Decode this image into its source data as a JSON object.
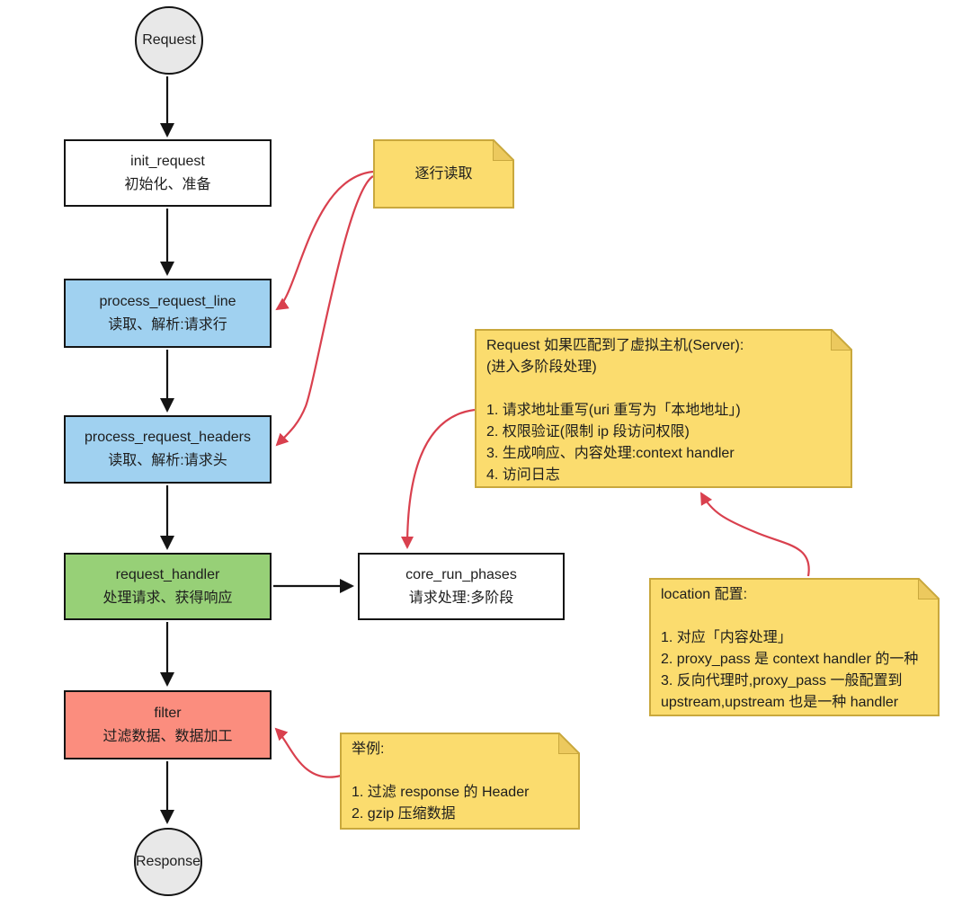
{
  "flowchart": {
    "start": {
      "label": "Request"
    },
    "end": {
      "label": "Response"
    },
    "boxes": {
      "init": {
        "title": "init_request",
        "subtitle": "初始化、准备"
      },
      "line": {
        "title": "process_request_line",
        "subtitle": "读取、解析:请求行"
      },
      "headers": {
        "title": "process_request_headers",
        "subtitle": "读取、解析:请求头"
      },
      "handler": {
        "title": "request_handler",
        "subtitle": "处理请求、获得响应"
      },
      "phases": {
        "title": "core_run_phases",
        "subtitle": "请求处理:多阶段"
      },
      "filter": {
        "title": "filter",
        "subtitle": "过滤数据、数据加工"
      }
    },
    "notes": {
      "read_line": {
        "text": "逐行读取"
      },
      "vhost": {
        "text": "Request 如果匹配到了虚拟主机(Server):\n(进入多阶段处理)\n\n1. 请求地址重写(uri 重写为「本地地址」)\n2. 权限验证(限制 ip 段访问权限)\n3. 生成响应、内容处理:context handler\n4. 访问日志"
      },
      "location": {
        "text": "location 配置:\n\n1. 对应「内容处理」\n2. proxy_pass 是 context handler 的一种\n3. 反向代理时,proxy_pass 一般配置到\nupstream,upstream 也是一种 handler"
      },
      "example": {
        "text": "举例:\n\n1. 过滤 response 的 Header\n2. gzip 压缩数据"
      }
    },
    "colors": {
      "box_blue": "#a0d1f0",
      "box_green": "#97d077",
      "box_red": "#fb8d7e",
      "note_yellow": "#fbdc6e",
      "note_border": "#c9a83d",
      "arrow_black": "#141414",
      "arrow_red": "#d9404e",
      "terminal_gray": "#e8e8e8"
    }
  }
}
